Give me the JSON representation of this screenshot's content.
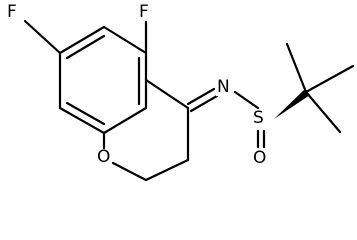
{
  "molecule": {
    "atoms": {
      "f_top_left": "F",
      "f_top_right": "F",
      "ring_oxygen": "O",
      "imine_nitrogen": "N",
      "sulfur": "S",
      "sulfinyl_oxygen": "O"
    }
  }
}
